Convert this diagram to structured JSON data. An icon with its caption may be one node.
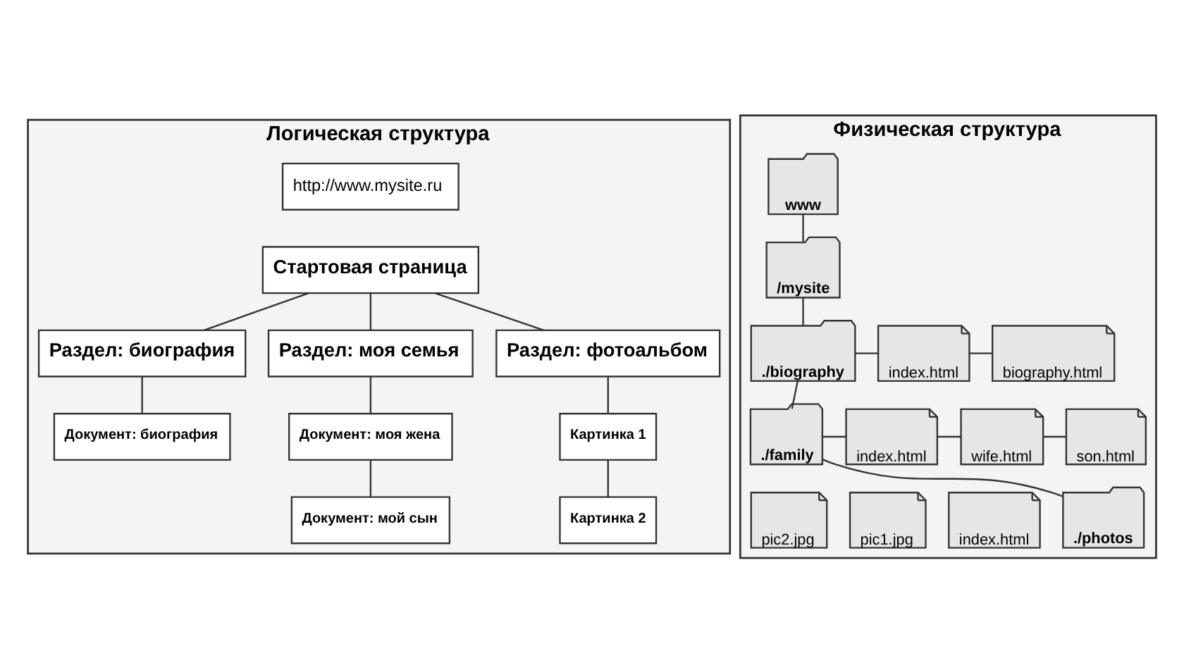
{
  "diagram": {
    "nodes": [
      {
        "text": [
          "Логическая структура"
        ]
      },
      {
        "text": [
          "http://www.mysite.ru"
        ],
        "in": 0
      },
      {
        "text": [
          "Стартовая страница"
        ],
        "in": 0
      },
      {
        "text": [
          "Раздел: биография"
        ],
        "in": 0
      },
      {
        "text": [
          "Документ: биография"
        ],
        "in": 0
      },
      {
        "text": [
          "Раздел: моя семья"
        ],
        "in": 0
      },
      {
        "text": [
          "Документ: моя жена"
        ],
        "in": 0
      },
      {
        "text": [
          "Документ: мой сын"
        ],
        "in": 0
      },
      {
        "text": [
          "Раздел: фотоальбом"
        ],
        "in": 0
      },
      {
        "text": [
          "Картинка 1"
        ],
        "in": 0
      },
      {
        "text": [
          "Картинка 2"
        ],
        "in": 0
      },
      {
        "text": [
          "Физическая структура"
        ]
      },
      {
        "text": [
          "www"
        ],
        "in": 11
      },
      {
        "text": [
          "/mysite"
        ],
        "in": 11
      },
      {
        "text": [
          "./biography"
        ],
        "in": 11
      },
      {
        "text": [
          "index.html"
        ],
        "in": 11
      },
      {
        "text": [
          "biography.html"
        ],
        "in": 11
      },
      {
        "text": [
          "./family"
        ],
        "in": 11
      },
      {
        "text": [
          "index.html"
        ],
        "in": 11
      },
      {
        "text": [
          "wife.html"
        ],
        "in": 11
      },
      {
        "text": [
          "son.html"
        ],
        "in": 11
      },
      {
        "text": [
          "./photos"
        ],
        "in": 11
      },
      {
        "text": [
          "index.html"
        ],
        "in": 11
      },
      {
        "text": [
          "pic1.jpg"
        ],
        "in": 11
      },
      {
        "text": [
          "pic2.jpg"
        ],
        "in": 11
      }
    ],
    "edges": [
      {
        "from": 2,
        "to": 3,
        "arrow": "none"
      },
      {
        "from": 2,
        "to": 5,
        "arrow": "none"
      },
      {
        "from": 2,
        "to": 8,
        "arrow": "none"
      },
      {
        "from": 3,
        "to": 4,
        "arrow": "none"
      },
      {
        "from": 5,
        "to": 6,
        "arrow": "none"
      },
      {
        "from": 6,
        "to": 7,
        "arrow": "none"
      },
      {
        "from": 8,
        "to": 9,
        "arrow": "none"
      },
      {
        "from": 9,
        "to": 10,
        "arrow": "none"
      },
      {
        "from": 12,
        "to": 13,
        "arrow": "none"
      },
      {
        "from": 13,
        "to": 14,
        "arrow": "none"
      },
      {
        "from": 14,
        "to": 15,
        "arrow": "none"
      },
      {
        "from": 15,
        "to": 16,
        "arrow": "none"
      },
      {
        "from": 14,
        "to": 17,
        "arrow": "none"
      },
      {
        "from": 17,
        "to": 18,
        "arrow": "none"
      },
      {
        "from": 18,
        "to": 19,
        "arrow": "none"
      },
      {
        "from": 19,
        "to": 20,
        "arrow": "none"
      },
      {
        "from": 17,
        "to": 21,
        "arrow": "none"
      }
    ]
  }
}
